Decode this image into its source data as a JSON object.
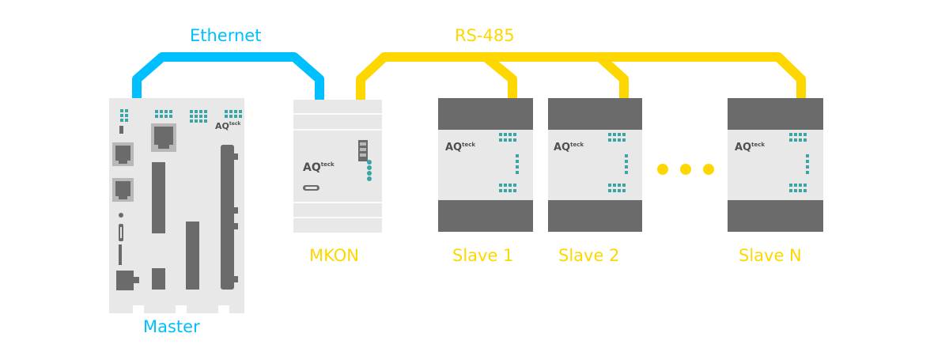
{
  "colors": {
    "ethernet": "#00bfff",
    "rs485": "#ffd700",
    "device_body": "#e8e8e8",
    "device_dark": "#6b6b6b",
    "led": "#3aa5a5",
    "logo": "#4f4f4f"
  },
  "links": {
    "ethernet_label": "Ethernet",
    "rs485_label": "RS-485"
  },
  "devices": {
    "master_label": "Master",
    "mkon_label": "MKON",
    "slave1_label": "Slave 1",
    "slave2_label": "Slave 2",
    "slaveN_label": "Slave N"
  },
  "brand": {
    "logo_main": "AQ",
    "logo_sub": "teck"
  },
  "ellipsis_icon": "three-dots"
}
